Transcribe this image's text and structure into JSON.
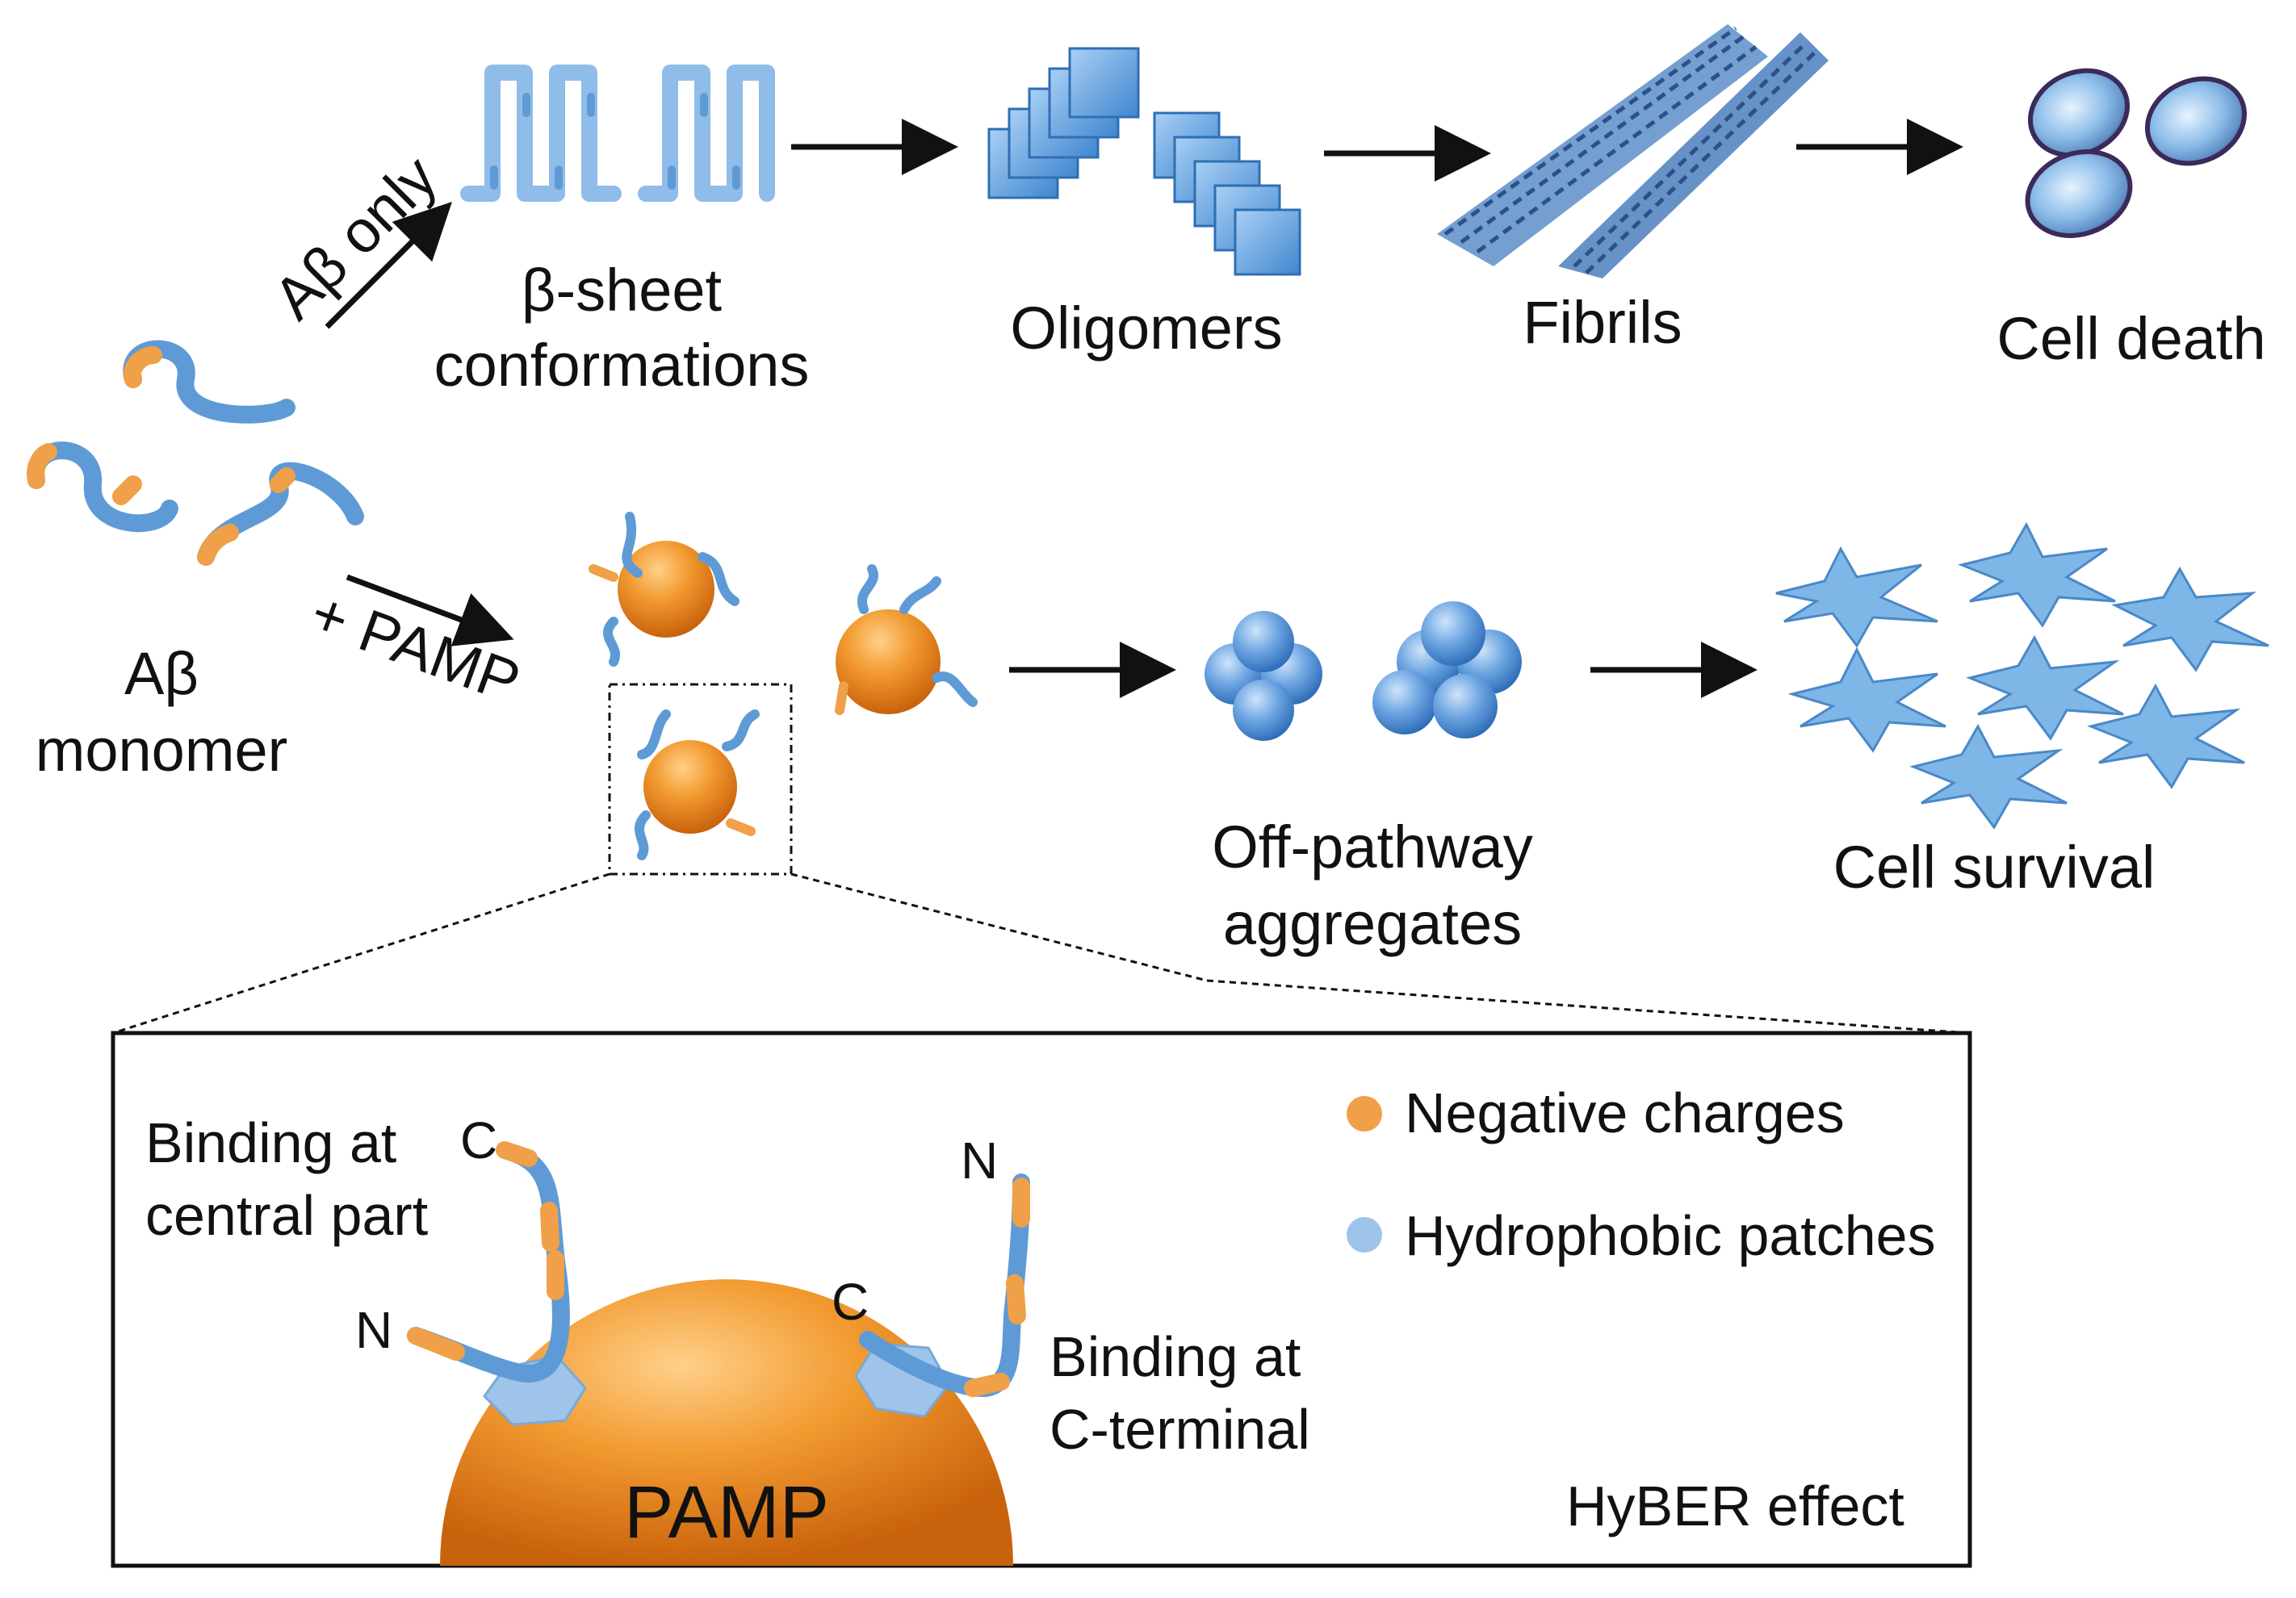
{
  "top_pathway": {
    "arrow_label": "Aβ only",
    "beta_sheet_label": [
      "β-sheet",
      "conformations"
    ],
    "oligomers_label": "Oligomers",
    "fibrils_label": "Fibrils",
    "cell_death_label": "Cell death"
  },
  "monomer_label": [
    "Aβ",
    "monomer"
  ],
  "bottom_pathway": {
    "arrow_label": "+ PAMP",
    "off_pathway_label": [
      "Off-pathway",
      "aggregates"
    ],
    "cell_survival_label": "Cell survival"
  },
  "inset": {
    "binding_central_label": [
      "Binding at",
      "central part"
    ],
    "binding_cterminal_label": [
      "Binding at",
      "C-terminal"
    ],
    "terminus_c": "C",
    "terminus_n": "N",
    "pamp_label": "PAMP",
    "effect_label": "HyBER effect",
    "legend": [
      {
        "label": "Negative charges",
        "color": "#f0a048"
      },
      {
        "label": "Hydrophobic patches",
        "color": "#9ec4ea"
      }
    ]
  },
  "colors": {
    "peptide_blue": "#5e9bd6",
    "charge_orange": "#f0a048",
    "pamp_orange": "#ee8a1e",
    "sheet_blue": "#8fbce8",
    "arrow": "#111111"
  }
}
